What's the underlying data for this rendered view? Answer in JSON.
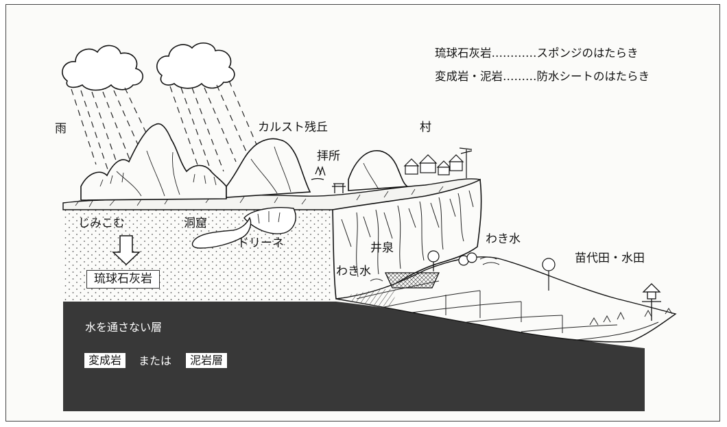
{
  "legend": {
    "line1": "琉球石灰岩…………スポンジのはたらき",
    "line2": "変成岩・泥岩………防水シートのはたらき"
  },
  "labels": {
    "rain": "雨",
    "karst": "カルスト残丘",
    "village": "村",
    "worship": "拝所",
    "seep": "じみこむ",
    "cave": "洞窟",
    "doline": "ドリーネ",
    "spring_right": "わき水",
    "well": "井泉",
    "spring_left": "わき水",
    "paddy": "苗代田・水田",
    "limestone": "琉球石灰岩",
    "impermeable": "水を通さない層",
    "metamorphic": "変成岩",
    "or": "または",
    "mudstone": "泥岩層"
  },
  "colors": {
    "impermeable_layer": "#383838",
    "ink": "#111111",
    "paper": "#fbfbf9"
  }
}
